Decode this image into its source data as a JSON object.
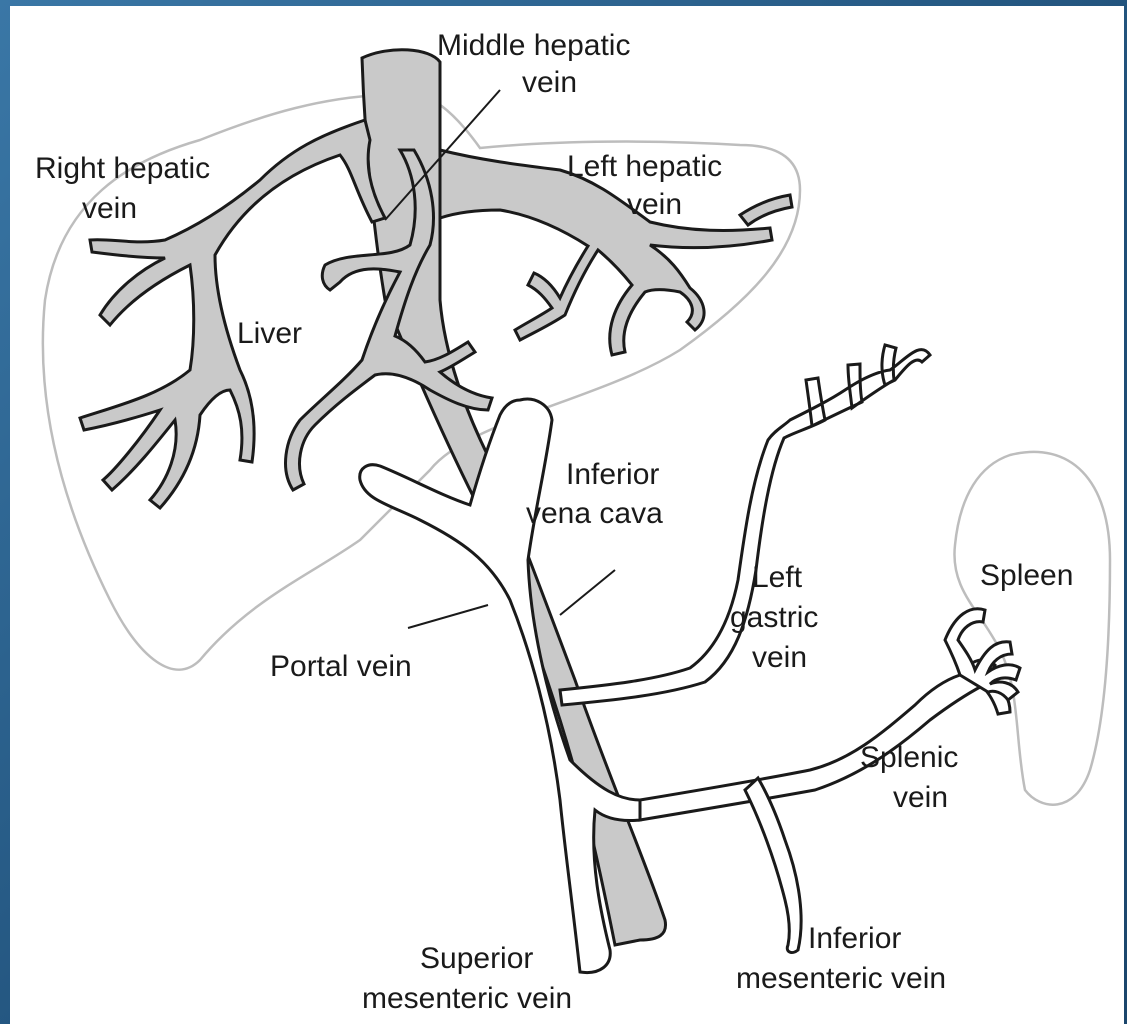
{
  "labels": {
    "middle_hepatic_1": "Middle hepatic",
    "middle_hepatic_2": "vein",
    "right_hepatic_1": "Right hepatic",
    "right_hepatic_2": "vein",
    "left_hepatic_1": "Left hepatic",
    "left_hepatic_2": "vein",
    "liver": "Liver",
    "ivc_1": "Inferior",
    "ivc_2": "vena cava",
    "left_gastric_1": "Left",
    "left_gastric_2": "gastric",
    "left_gastric_3": "vein",
    "spleen": "Spleen",
    "portal_vein": "Portal vein",
    "splenic_1": "Splenic",
    "splenic_2": "vein",
    "sup_mes_1": "Superior",
    "sup_mes_2": "mesenteric vein",
    "inf_mes_1": "Inferior",
    "inf_mes_2": "mesenteric vein"
  },
  "colors": {
    "background": "#2a5f8a",
    "hepatic_veins_fill": "#c9c9c9",
    "portal_system_fill": "#ffffff",
    "organ_outline": "#bdbdbd"
  }
}
